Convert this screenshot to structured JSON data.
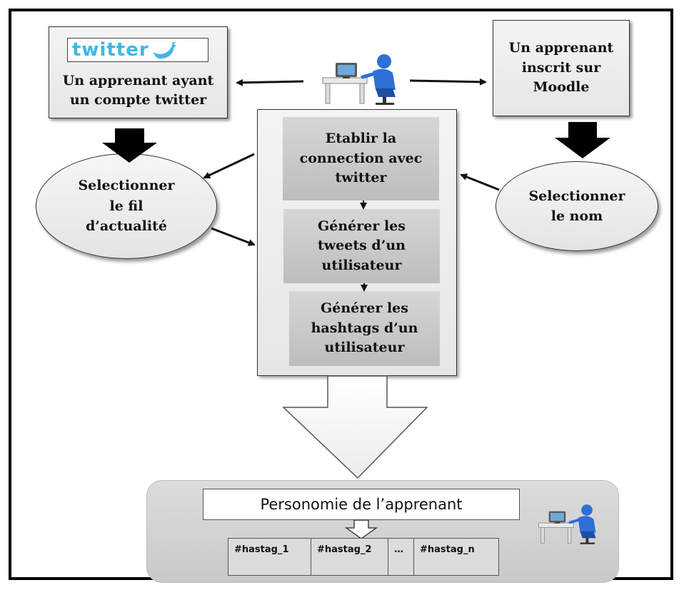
{
  "twitter_box": {
    "logo": "twitter",
    "label": "Un apprenant ayant\nun compte twitter"
  },
  "moodle_box": {
    "label": "Un apprenant\ninscrit sur\nMoodle"
  },
  "ellipse_left": {
    "label": "Selectionner\nle fil\nd’actualité"
  },
  "ellipse_right": {
    "label": "Selectionner\nle nom"
  },
  "process": {
    "steps": [
      "Etablir la\nconnection avec\ntwitter",
      "Générer les\ntweets d’un\nutilisateur",
      "Générer les\nhashtags d’un\nutilisateur"
    ]
  },
  "result": {
    "title": "Personomie de l’apprenant",
    "hashtags": [
      "#hastag_1",
      "#hastag_2",
      "…",
      "#hastag_n"
    ]
  },
  "icons": {
    "user_top": "learner-at-computer-icon",
    "user_bottom": "learner-at-computer-icon",
    "twitter_bird": "twitter-bird-icon"
  },
  "colors": {
    "twitter_blue": "#3fb6e6",
    "learner_blue": "#2f6fd6"
  }
}
